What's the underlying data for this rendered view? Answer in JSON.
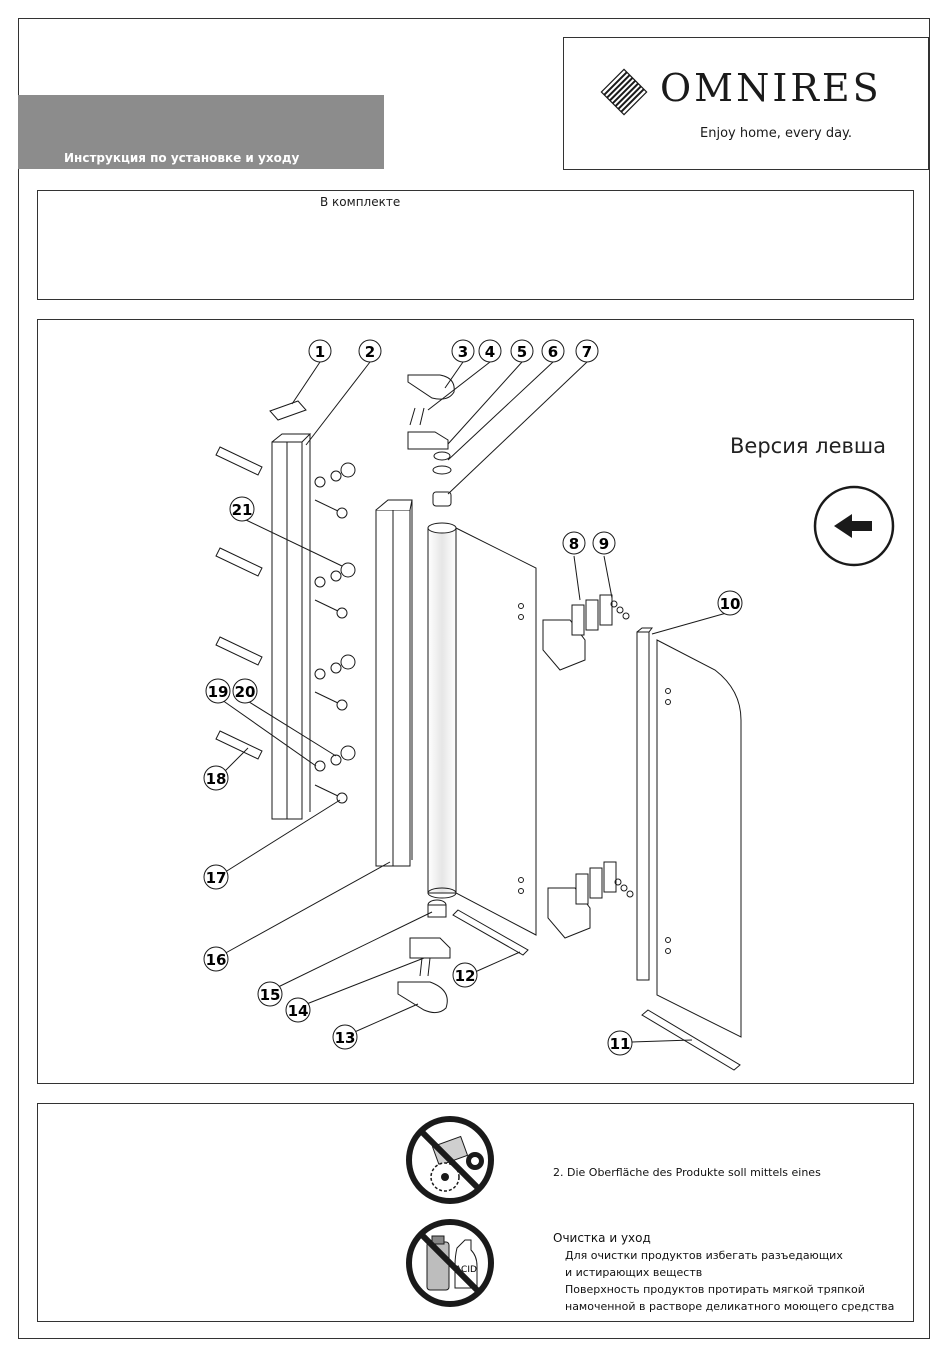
{
  "header": {
    "title": "Инструкция по установке и уходу",
    "brand_name": "OMNIRES",
    "tagline": "Enjoy home, every day."
  },
  "kit": {
    "label": "В комплекте"
  },
  "diagram": {
    "version_label": "Версия левша",
    "part_numbers": [
      "1",
      "2",
      "3",
      "4",
      "5",
      "6",
      "7",
      "8",
      "9",
      "10",
      "11",
      "12",
      "13",
      "14",
      "15",
      "16",
      "17",
      "18",
      "19",
      "20",
      "21"
    ],
    "icons": [
      "no-cutting-icon",
      "no-acid-icon",
      "left-arrow-icon"
    ],
    "acid_label": "ACID"
  },
  "care": {
    "german_note": "2. Die Oberfläche des Produkte soll mittels eines",
    "heading": "Очистка и уход",
    "line1": "Для очистки продуктов избегать разъедающих",
    "line2": "и истирающих веществ",
    "line3": "Поверхность продуктов протирать мягкой тряпкой",
    "line4": "намоченной в растворе деликатного моющего средства"
  }
}
